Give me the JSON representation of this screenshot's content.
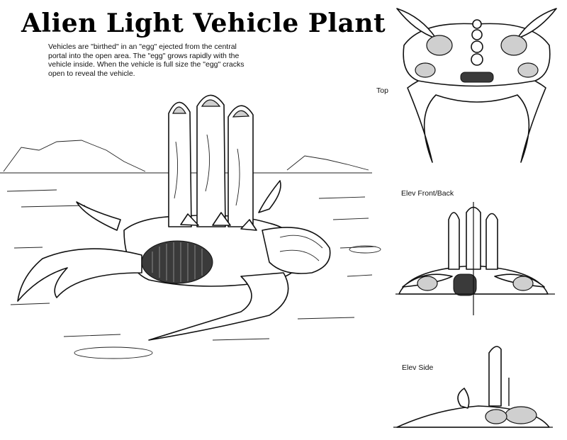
{
  "title": "Alien Light Vehicle Plant",
  "description": "Vehicles are \"birthed\" in an \"egg\" ejected from the central portal into the open area. The \"egg\" grows rapidly with the vehicle inside. When the vehicle is full size the \"egg\" cracks open to reveal the vehicle.",
  "views": {
    "top_label": "Top",
    "front_label": "Elev Front/Back",
    "side_label": "Elev Side"
  }
}
